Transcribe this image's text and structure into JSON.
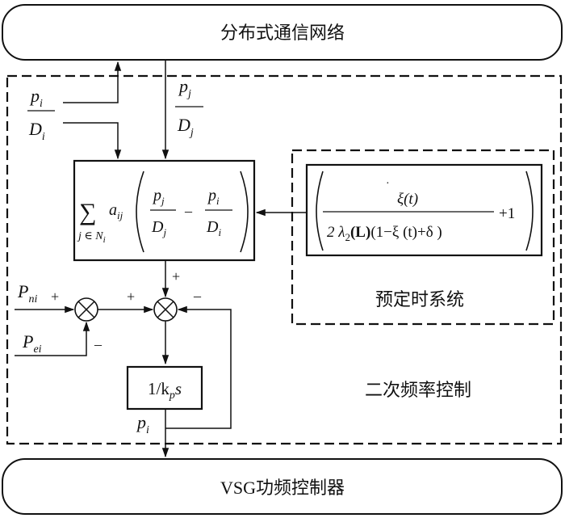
{
  "top_bar": {
    "label": "分布式通信网络"
  },
  "bottom_bar": {
    "label": "VSG功频控制器"
  },
  "regions": {
    "secondary_control": "二次频率控制",
    "prescribed_time_system": "预定时系统"
  },
  "signals": {
    "p_i": "p",
    "p_i_sub": "i",
    "D_i": "D",
    "D_i_sub": "i",
    "p_j": "p",
    "p_j_sub": "j",
    "D_j": "D",
    "D_j_sub": "j",
    "P_ni": "P",
    "P_ni_sub": "ni",
    "P_ei": "P",
    "P_ei_sub": "ei",
    "p_i_out": "p",
    "p_i_out_sub": "i"
  },
  "consensus_block": {
    "sum": "∑",
    "sum_index": "j ∈ N",
    "sum_index_sub": "i",
    "a": "a",
    "a_sub": "ij",
    "minus": "–"
  },
  "gain_block": {
    "numerator": "ξ(t)",
    "denominator_left": "2 λ",
    "lambda_sub": "2",
    "L": "(L)",
    "denominator_right": "(1−ξ (t)+δ )",
    "plus_one": "+1"
  },
  "integrator": {
    "label": "1/k",
    "sub": "p",
    "tail": "s"
  },
  "signs": {
    "sum1_plus": "+",
    "sum1_minus": "–",
    "sum2_left_plus": "+",
    "sum2_top_plus": "+",
    "sum2_right_minus": "–"
  }
}
